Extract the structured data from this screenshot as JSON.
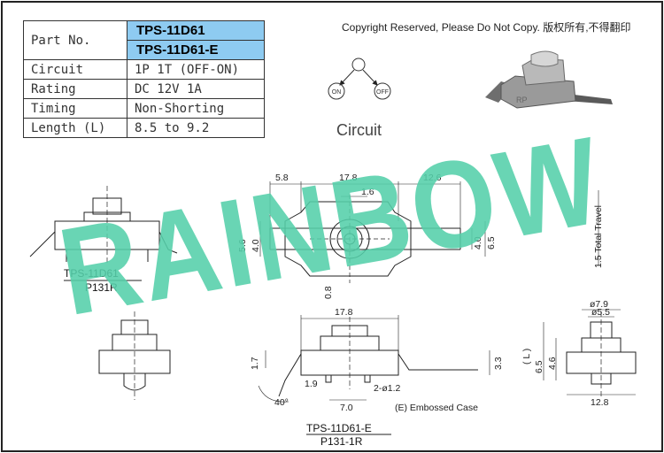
{
  "table": {
    "part_no_label": "Part No.",
    "part_numbers": [
      "TPS-11D61",
      "TPS-11D61-E"
    ],
    "rows": [
      {
        "label": "Circuit",
        "value": "1P 1T (OFF-ON)"
      },
      {
        "label": "Rating",
        "value": "DC 12V 1A"
      },
      {
        "label": "Timing",
        "value": "Non-Shorting"
      },
      {
        "label": "Length (L)",
        "value": "8.5 to 9.2"
      }
    ]
  },
  "copyright": "Copyright Reserved, Please Do Not Copy. 版权所有,不得翻印",
  "circuit": {
    "caption": "Circuit",
    "on": "ON",
    "off": "OFF"
  },
  "watermark": "RAINBOW",
  "photo_mark": "RP",
  "top_view": {
    "dims": {
      "d58": "5.8",
      "d178": "17.8",
      "d126": "12.6",
      "d16": "1.6",
      "d56": "5.6",
      "d40l": "4.0",
      "d40r": "4.0",
      "d65": "6.5",
      "d08": "0.8"
    }
  },
  "travel_label": "1.5 Total Travel",
  "left_model": {
    "name": "TPS-11D61",
    "code": "P131R"
  },
  "bottom_model": {
    "name": "TPS-11D61-E",
    "code": "P131-1R"
  },
  "side_view": {
    "dims": {
      "d178": "17.8",
      "d17": "1.7",
      "d19": "1.9",
      "holes": "2-ø1.2",
      "d70": "7.0",
      "d33": "3.3",
      "angle": "40°"
    },
    "embossed": "(E)  Embossed Case"
  },
  "end_view": {
    "dims": {
      "d79": "ø7.9",
      "d55": "ø5.5",
      "L": "( L )",
      "d65": "6.5",
      "d46": "4.6",
      "d128": "12.8"
    }
  }
}
